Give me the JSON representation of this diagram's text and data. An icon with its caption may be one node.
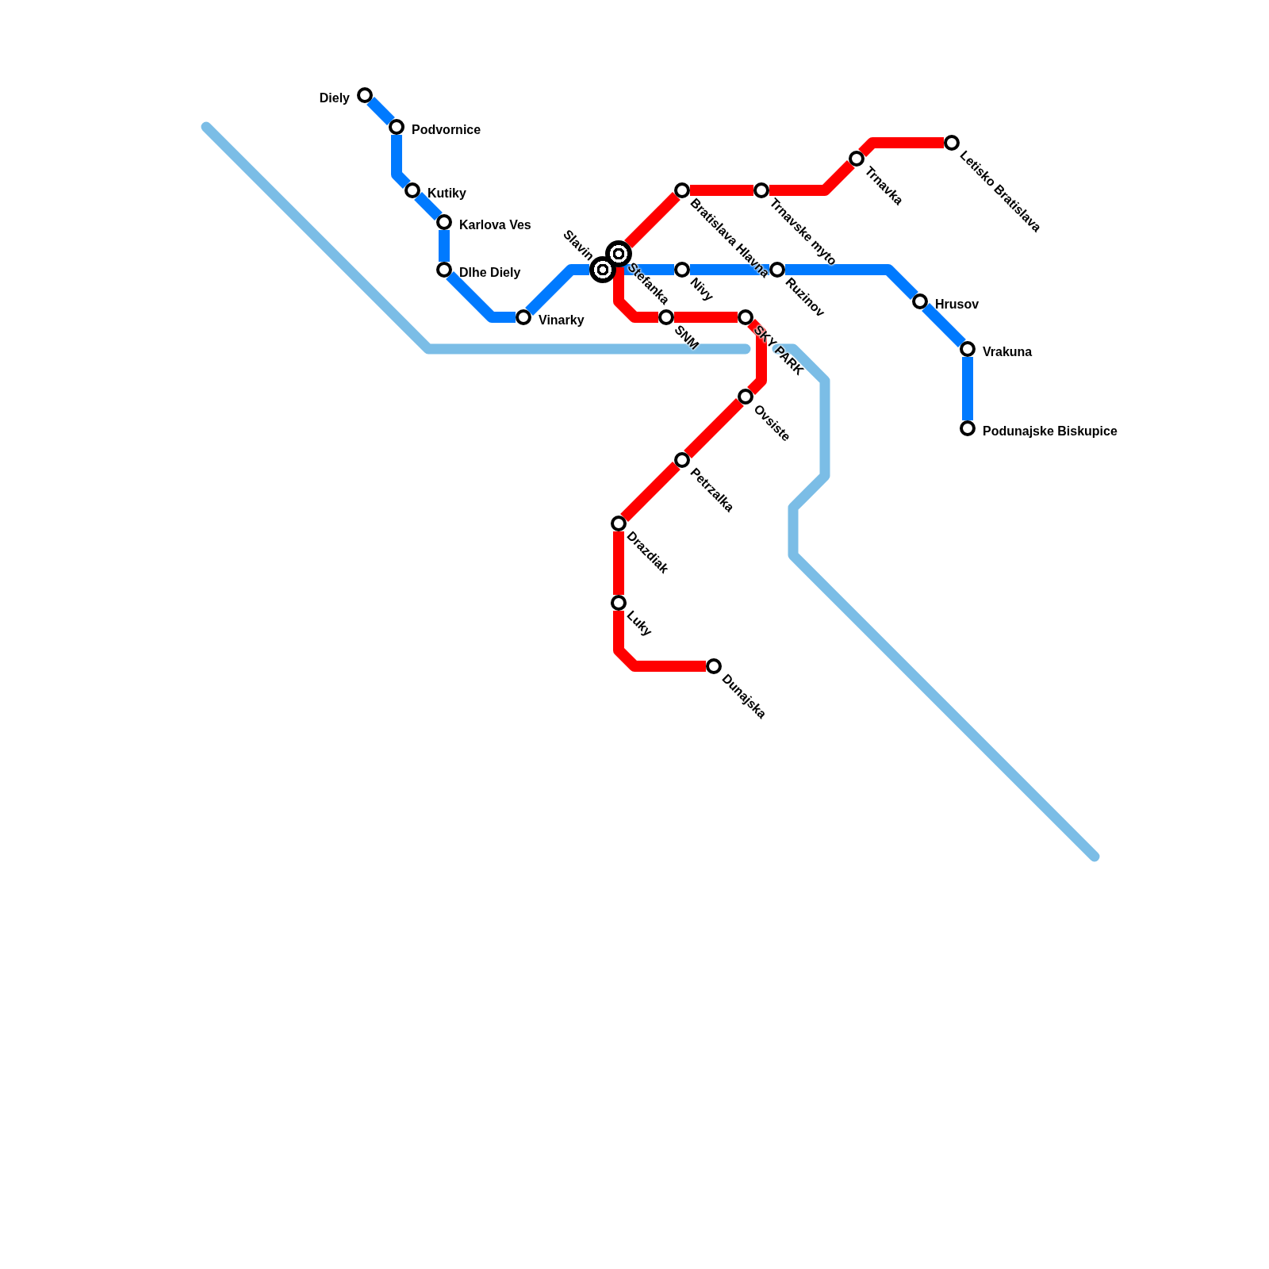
{
  "diagram": {
    "nodes": [
      {
        "text": [
          "Diely"
        ]
      },
      {
        "text": [
          "Podvornice"
        ]
      },
      {
        "text": [
          "Kutiky"
        ]
      },
      {
        "text": [
          "Karlova Ves"
        ]
      },
      {
        "text": [
          "Dlhe Diely"
        ]
      },
      {
        "text": [
          "Vinarky"
        ]
      },
      {
        "text": [
          "Slavin"
        ]
      },
      {
        "text": [
          "Stefanka"
        ]
      },
      {
        "text": [
          "Nivy"
        ]
      },
      {
        "text": [
          "Ruzinov"
        ]
      },
      {
        "text": [
          "Hrusov"
        ]
      },
      {
        "text": [
          "Vrakuna"
        ]
      },
      {
        "text": [
          "Podunajske Biskupice"
        ]
      },
      {
        "text": [
          "Letisko Bratislava"
        ]
      },
      {
        "text": [
          "Trnavka"
        ]
      },
      {
        "text": [
          "Trnavske myto"
        ]
      },
      {
        "text": [
          "Bratislava Hlavna"
        ]
      },
      {
        "text": [
          "SNM"
        ]
      },
      {
        "text": [
          "SKY PARK"
        ]
      },
      {
        "text": [
          "Ovsiste"
        ]
      },
      {
        "text": [
          "Petrzalka"
        ]
      },
      {
        "text": [
          "Drazdiak"
        ]
      },
      {
        "text": [
          "Luky"
        ]
      },
      {
        "text": [
          "Dunajska"
        ]
      }
    ],
    "edges": [
      {
        "from": 0,
        "to": 1,
        "arrow": "none",
        "color": "#007aff"
      },
      {
        "from": 1,
        "to": 2,
        "arrow": "none",
        "color": "#007aff"
      },
      {
        "from": 2,
        "to": 3,
        "arrow": "none",
        "color": "#007aff"
      },
      {
        "from": 3,
        "to": 4,
        "arrow": "none",
        "color": "#007aff"
      },
      {
        "from": 4,
        "to": 5,
        "arrow": "none",
        "color": "#007aff"
      },
      {
        "from": 5,
        "to": 6,
        "arrow": "none",
        "color": "#007aff"
      },
      {
        "from": 6,
        "to": 8,
        "arrow": "none",
        "color": "#007aff"
      },
      {
        "from": 8,
        "to": 9,
        "arrow": "none",
        "color": "#007aff"
      },
      {
        "from": 9,
        "to": 10,
        "arrow": "none",
        "color": "#007aff"
      },
      {
        "from": 10,
        "to": 11,
        "arrow": "none",
        "color": "#007aff"
      },
      {
        "from": 11,
        "to": 12,
        "arrow": "none",
        "color": "#007aff"
      },
      {
        "from": 13,
        "to": 14,
        "arrow": "none",
        "color": "#ff0000"
      },
      {
        "from": 14,
        "to": 15,
        "arrow": "none",
        "color": "#ff0000"
      },
      {
        "from": 15,
        "to": 16,
        "arrow": "none",
        "color": "#ff0000"
      },
      {
        "from": 16,
        "to": 7,
        "arrow": "none",
        "color": "#ff0000"
      },
      {
        "from": 7,
        "to": 17,
        "arrow": "none",
        "color": "#ff0000"
      },
      {
        "from": 17,
        "to": 18,
        "arrow": "none",
        "color": "#ff0000"
      },
      {
        "from": 18,
        "to": 19,
        "arrow": "none",
        "color": "#ff0000"
      },
      {
        "from": 19,
        "to": 20,
        "arrow": "none",
        "color": "#ff0000"
      },
      {
        "from": 20,
        "to": 21,
        "arrow": "none",
        "color": "#ff0000"
      },
      {
        "from": 21,
        "to": 22,
        "arrow": "none",
        "color": "#ff0000"
      },
      {
        "from": 22,
        "to": 23,
        "arrow": "none",
        "color": "#ff0000"
      }
    ]
  }
}
